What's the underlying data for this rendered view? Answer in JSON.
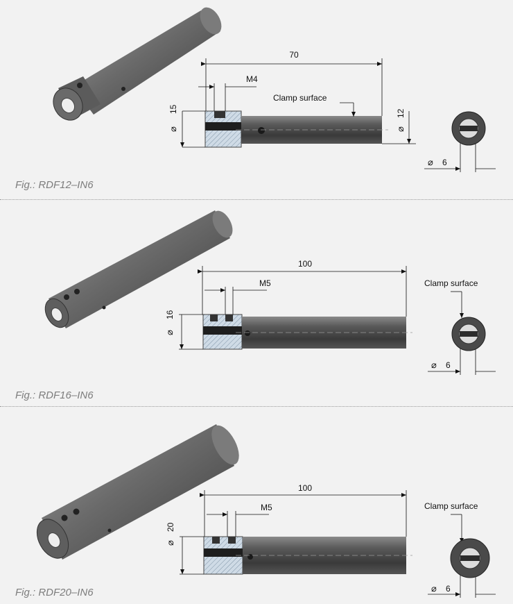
{
  "figures": [
    {
      "caption": "Fig.: RDF12–IN6",
      "length": "70",
      "thread": "M4",
      "head_diameter": "15",
      "shank_diameter": "12",
      "clamp_label": "Clamp surface",
      "bore_diameter": "6",
      "diameter_symbol": "⌀"
    },
    {
      "caption": "Fig.: RDF16–IN6",
      "length": "100",
      "thread": "M5",
      "head_diameter": "16",
      "clamp_label": "Clamp surface",
      "bore_diameter": "6",
      "diameter_symbol": "⌀"
    },
    {
      "caption": "Fig.: RDF20–IN6",
      "length": "100",
      "thread": "M5",
      "head_diameter": "20",
      "clamp_label": "Clamp surface",
      "bore_diameter": "6",
      "diameter_symbol": "⌀"
    }
  ]
}
